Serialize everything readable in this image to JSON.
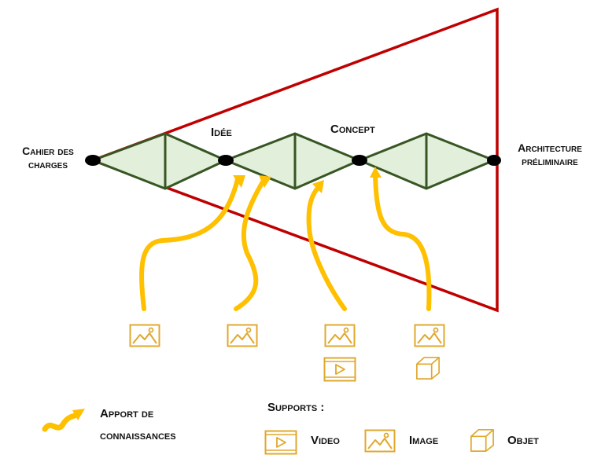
{
  "colors": {
    "funnel": "#c00000",
    "diamond_stroke": "#375623",
    "diamond_fill": "#e2efda",
    "arrow": "#ffc000",
    "icon": "#e0a82e",
    "node": "#000000",
    "text": "#111111"
  },
  "nodes": {
    "start": "Cahier des charges",
    "idea": "Idée",
    "concept": "Concept",
    "end": "Architecture préliminaire"
  },
  "icons": {
    "col1": [
      "image-icon"
    ],
    "col2": [
      "image-icon"
    ],
    "col3": [
      "image-icon",
      "video-icon"
    ],
    "col4": [
      "image-icon",
      "object-icon"
    ]
  },
  "legend": {
    "arrow_label_line1": "Apport de",
    "arrow_label_line2": "connaissances",
    "supports_title": "Supports :",
    "video_label": "Video",
    "image_label": "Image",
    "object_label": "Objet"
  }
}
